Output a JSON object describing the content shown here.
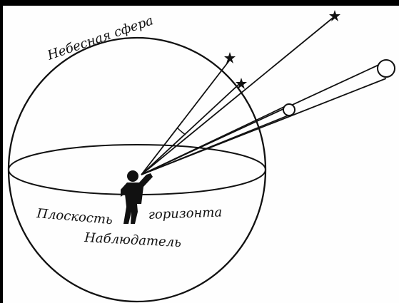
{
  "labels": {
    "celestial_sphere": "Небесная  сфера",
    "plane_word_1": "Плоскость",
    "plane_word_2": "горизонта",
    "observer": "Наблюдатель"
  },
  "colors": {
    "background": "#000000",
    "paper": "#fefefe",
    "ink": "#111111"
  },
  "icons": {
    "star": "five-point-star",
    "observer": "person-silhouette"
  }
}
